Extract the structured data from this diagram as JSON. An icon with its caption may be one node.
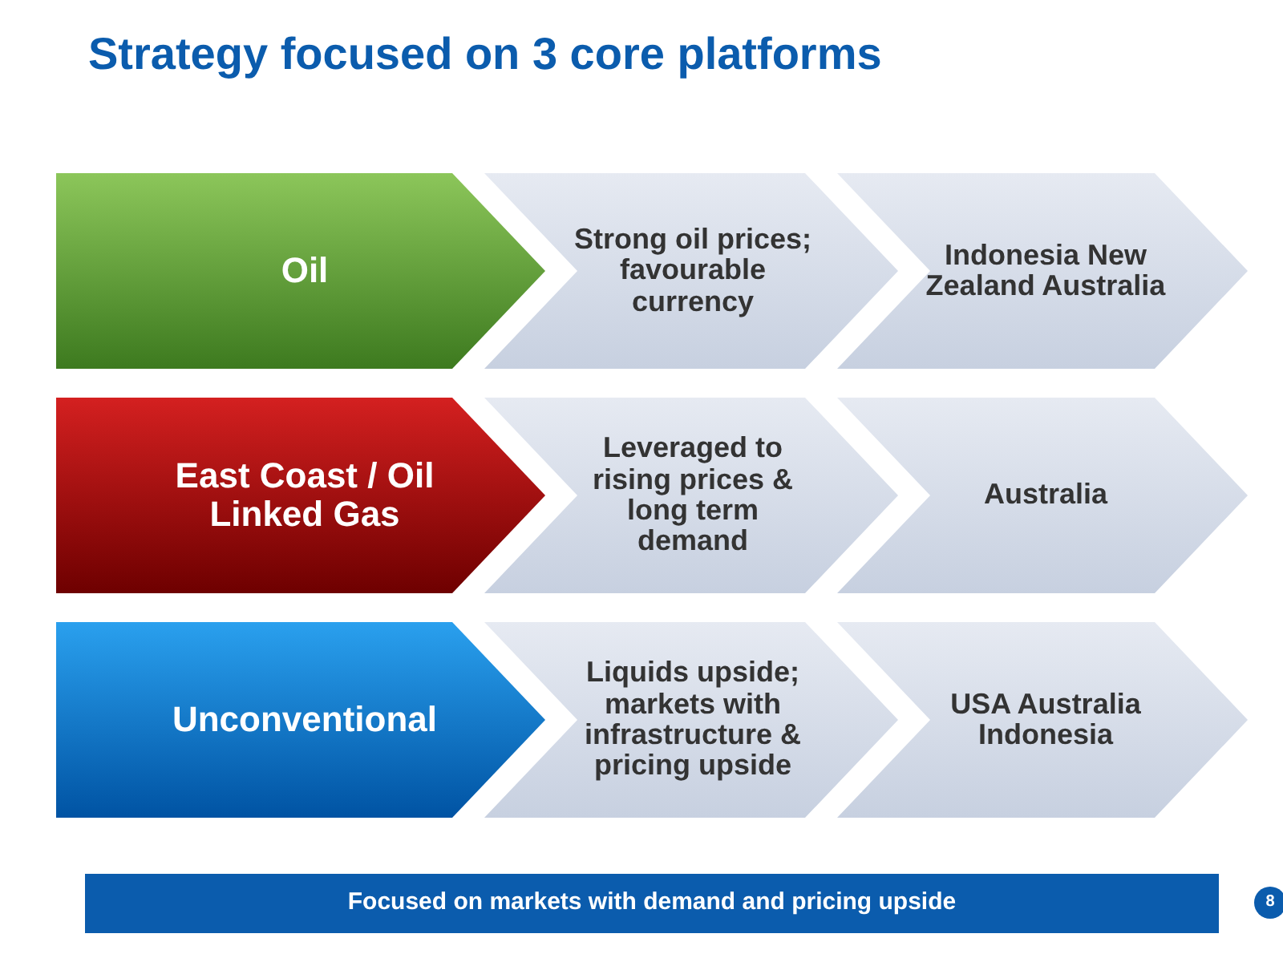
{
  "diagram": {
    "title": "Strategy focused on 3 core platforms",
    "nodes": [
      {
        "text": [
          "Oil"
        ]
      },
      {
        "text": [
          "Strong oil prices; favourable currency"
        ]
      },
      {
        "text": [
          "Indonesia New Zealand Australia"
        ]
      },
      {
        "text": [
          "East Coast / Oil Linked Gas"
        ]
      },
      {
        "text": [
          "Leveraged to rising prices & long term demand"
        ]
      },
      {
        "text": [
          "Australia"
        ]
      },
      {
        "text": [
          "Unconventional"
        ]
      },
      {
        "text": [
          "Liquids upside; markets with infrastructure & pricing upside"
        ]
      },
      {
        "text": [
          "USA Australia Indonesia"
        ]
      },
      {
        "text": [
          "Focused on markets with demand and pricing upside"
        ]
      },
      {
        "text": [
          "8"
        ]
      }
    ],
    "edges": []
  }
}
